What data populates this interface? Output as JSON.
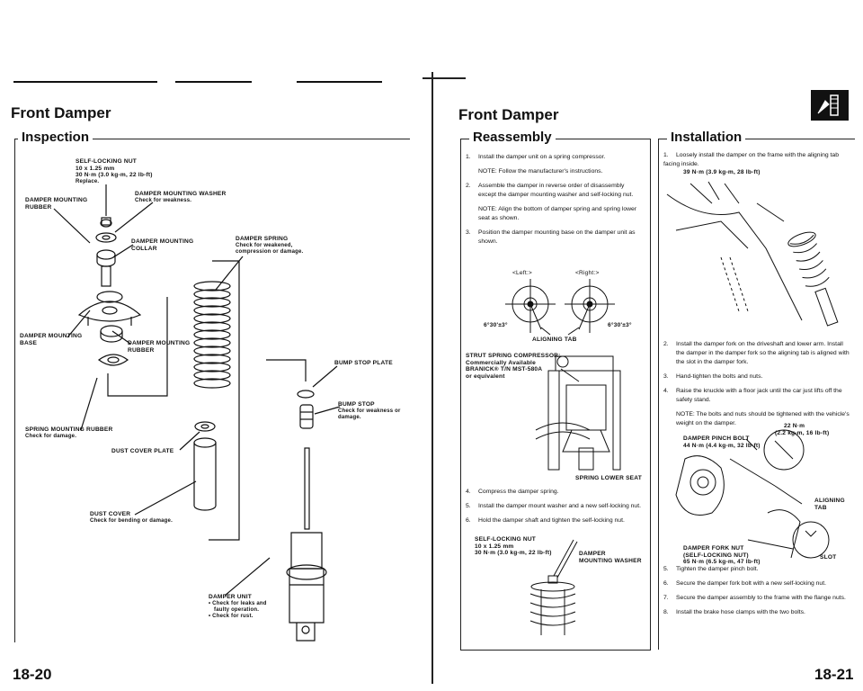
{
  "left_page": {
    "title": "Front Damper",
    "section": "Inspection",
    "labels": {
      "nut_title": "SELF-LOCKING NUT",
      "nut_size": "10 x 1.25 mm",
      "nut_torque": "30 N·m (3.0 kg-m, 22 lb-ft)",
      "nut_note": "Replace.",
      "washer_title": "DAMPER MOUNTING WASHER",
      "washer_note": "Check for weakness.",
      "rubber_title_1": "DAMPER MOUNTING",
      "rubber_title_2": "RUBBER",
      "collar_title_1": "DAMPER MOUNTING",
      "collar_title_2": "COLLAR",
      "spring_title": "DAMPER SPRING",
      "spring_note_1": "Check for weakened,",
      "spring_note_2": "compression or damage.",
      "base_title_1": "DAMPER MOUNTING",
      "base_title_2": "BASE",
      "rubber2_title_1": "DAMPER MOUNTING",
      "rubber2_title_2": "RUBBER",
      "plate_title": "BUMP STOP PLATE",
      "bumpstop_title": "BUMP STOP",
      "bumpstop_note_1": "Check for weakness or",
      "bumpstop_note_2": "damage.",
      "seat_rubber_title": "SPRING MOUNTING RUBBER",
      "seat_rubber_note": "Check for damage.",
      "dust_plate_title": "DUST COVER PLATE",
      "dust_cover_title": "DUST COVER",
      "dust_cover_note": "Check for bending or damage.",
      "unit_title": "DAMPER UNIT",
      "unit_note_1": "• Check for leaks and",
      "unit_note_2": "faulty operation.",
      "unit_note_3": "• Check for rust."
    },
    "page_number": "18-20"
  },
  "right_page": {
    "title": "Front Damper",
    "reassembly": {
      "section": "Reassembly",
      "steps": [
        {
          "n": "1.",
          "text": "Install the damper unit on a spring compressor."
        },
        {
          "n": "",
          "text": "NOTE: Follow the manufacturer's instructions."
        },
        {
          "n": "2.",
          "text": "Assemble the damper in reverse order of disassembly except the damper mounting washer and self-locking nut."
        },
        {
          "n": "",
          "text": "NOTE: Align the bottom of damper spring and spring lower seat as shown."
        },
        {
          "n": "3.",
          "text": "Position the damper mounting base on the damper unit as shown."
        }
      ],
      "left_label": "<Left:>",
      "right_label": "<Right:>",
      "angle_left": "6°30'±3°",
      "angle_right": "6°30'±3°",
      "aligning_tab": "ALIGNING TAB",
      "compressor_1": "STRUT SPRING COMPRESSOR:",
      "compressor_2": "Commercially Available",
      "compressor_3": "BRANICK® T/N MST-580A",
      "compressor_4": "or equivalent",
      "lower_seat": "SPRING LOWER SEAT",
      "steps2": [
        {
          "n": "4.",
          "text": "Compress the damper spring."
        },
        {
          "n": "5.",
          "text": "Install the damper mount washer and a new self-locking nut."
        },
        {
          "n": "6.",
          "text": "Hold the damper shaft and tighten the self-locking nut."
        }
      ],
      "nut_title": "SELF-LOCKING NUT",
      "nut_size": "10 x 1.25 mm",
      "nut_torque": "30 N·m (3.0 kg-m, 22 lb-ft)",
      "washer_1": "DAMPER",
      "washer_2": "MOUNTING WASHER"
    },
    "installation": {
      "section": "Installation",
      "step1": {
        "n": "1.",
        "text": "Loosely install the damper on the frame with the aligning tab facing inside."
      },
      "torque1": "39 N·m (3.9 kg-m, 28 lb-ft)",
      "steps": [
        {
          "n": "2.",
          "text": "Install the damper fork on the driveshaft and lower arm. Install the damper in the damper fork so the aligning tab is aligned with the slot in the damper fork."
        },
        {
          "n": "3.",
          "text": "Hand-tighten the bolts and nuts."
        },
        {
          "n": "4.",
          "text": "Raise the knuckle with a floor jack until the car just lifts off the safety stand."
        },
        {
          "n": "",
          "text": "NOTE: The bolts and nuts should be tightened with the vehicle's weight on the damper."
        }
      ],
      "pinch_1": "DAMPER PINCH BOLT",
      "pinch_2": "44 N·m (4.4 kg-m, 32 lb-ft)",
      "pinch_torque_1": "22 N·m",
      "pinch_torque_2": "(2.2 kg-m, 16 lb-ft)",
      "aligning_1": "ALIGNING",
      "aligning_2": "TAB",
      "fork_1": "DAMPER FORK NUT",
      "fork_2": "(SELF-LOCKING NUT)",
      "fork_3": "65 N·m (6.5 kg-m, 47 lb-ft)",
      "slot": "SLOT",
      "steps2": [
        {
          "n": "5.",
          "text": "Tighten the damper pinch bolt."
        },
        {
          "n": "6.",
          "text": "Secure the damper fork bolt with a new self-locking nut."
        },
        {
          "n": "7.",
          "text": "Secure the damper assembly to the frame with the flange nuts."
        },
        {
          "n": "8.",
          "text": "Install the brake hose clamps with the two bolts."
        }
      ]
    },
    "page_number": "18-21"
  }
}
